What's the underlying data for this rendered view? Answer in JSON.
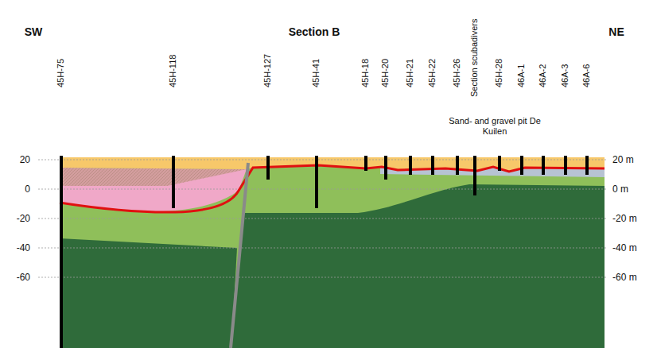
{
  "diagram": {
    "labels": [
      "SW",
      "Section B",
      "NE",
      "45H-75",
      "45H-118",
      "45H-127",
      "45H-41",
      "45H-18",
      "45H-20",
      "45H-21",
      "45H-22",
      "45H-26",
      "Section scubadivers",
      "45H-28",
      "46A-1",
      "46A-2",
      "46A-3",
      "46A-6",
      "Sand- and gravel pit De Kuilen",
      "20",
      "0",
      "-20",
      "-40",
      "-60",
      "20 m",
      "0 m",
      "-20 m",
      "-40 m",
      "-60 m"
    ]
  }
}
